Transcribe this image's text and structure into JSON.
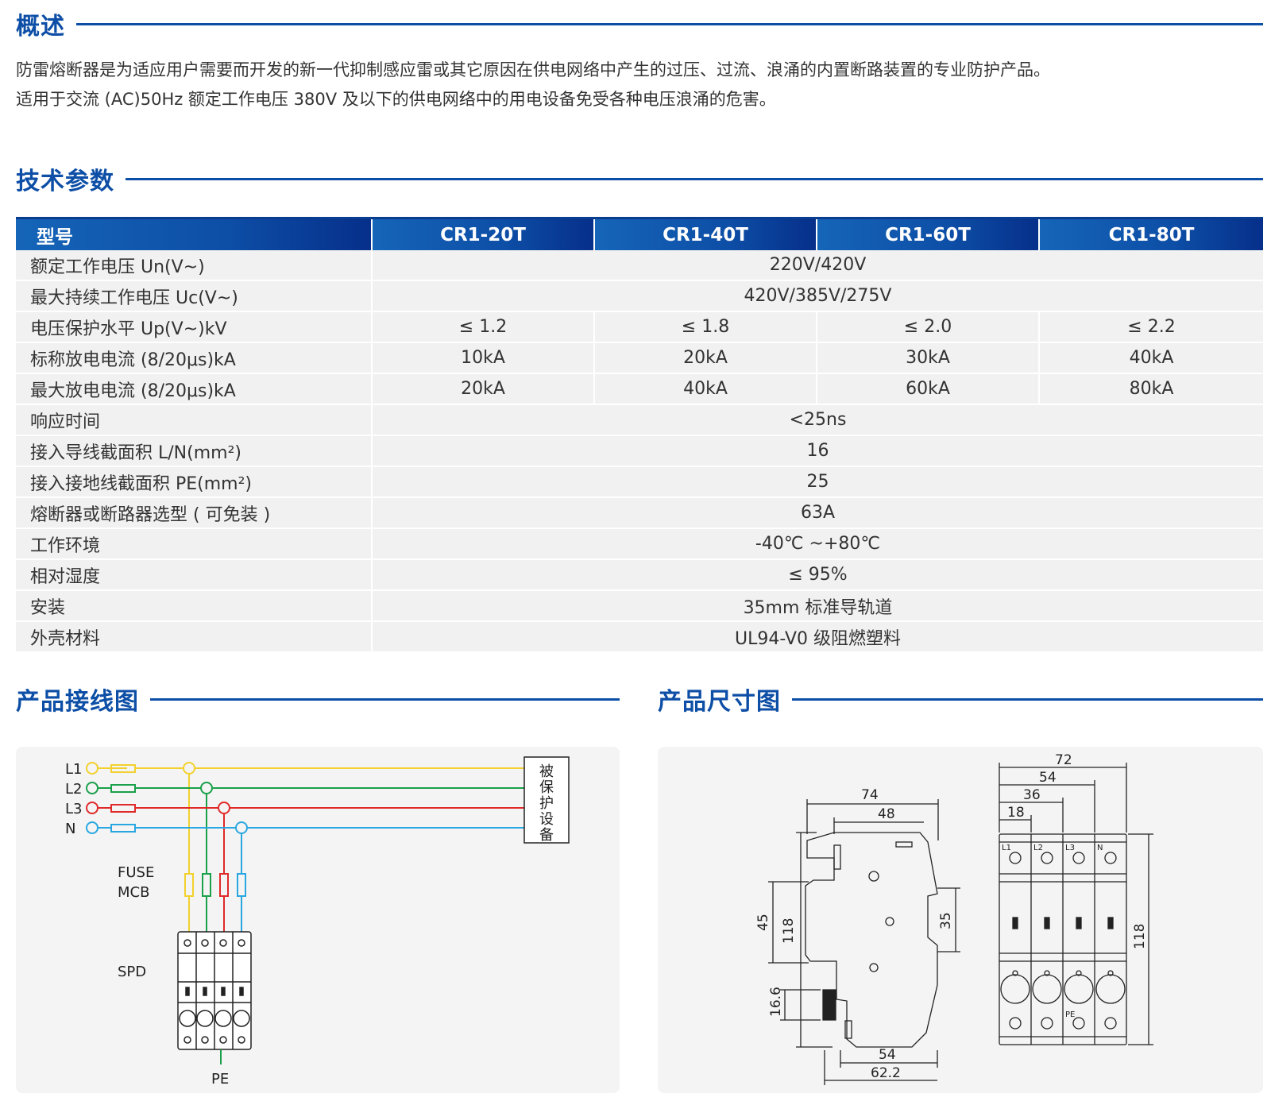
{
  "overview": {
    "title": "概述",
    "paragraph_line1": "防雷熔断器是为适应用户需要而开发的新一代抑制感应雷或其它原因在供电网络中产生的过压、过流、浪涌的内置断路装置的专业防护产品。",
    "paragraph_line2": "适用于交流 (AC)50Hz 额定工作电压 380V 及以下的供电网络中的用电设备免受各种电压浪涌的危害。"
  },
  "specs": {
    "title": "技术参数",
    "header": [
      "型号",
      "CR1-20T",
      "CR1-40T",
      "CR1-60T",
      "CR1-80T"
    ],
    "rows": [
      {
        "label": "额定工作电压 Un(V~)",
        "merged": "220V/420V"
      },
      {
        "label": "最大持续工作电压 Uc(V~)",
        "merged": "420V/385V/275V"
      },
      {
        "label": "电压保护水平 Up(V~)kV",
        "values": [
          "≤ 1.2",
          "≤ 1.8",
          "≤ 2.0",
          "≤ 2.2"
        ]
      },
      {
        "label": "标称放电电流 (8/20μs)kA",
        "values": [
          "10kA",
          "20kA",
          "30kA",
          "40kA"
        ]
      },
      {
        "label": "最大放电电流 (8/20μs)kA",
        "values": [
          "20kA",
          "40kA",
          "60kA",
          "80kA"
        ]
      },
      {
        "label": "响应时间",
        "merged": "<25ns"
      },
      {
        "label": "接入导线截面积 L/N(mm²)",
        "merged": "16"
      },
      {
        "label": "接入接地线截面积 PE(mm²)",
        "merged": "25"
      },
      {
        "label": "熔断器或断路器选型 ( 可免装 )",
        "merged": "63A"
      },
      {
        "label": "工作环境",
        "merged": "-40℃ ~+80℃"
      },
      {
        "label": "相对湿度",
        "merged": "≤ 95%"
      },
      {
        "label": "安装",
        "merged": "35mm 标准导轨道"
      },
      {
        "label": "外壳材料",
        "merged": "UL94-V0 级阻燃塑料"
      }
    ]
  },
  "wiring": {
    "title": "产品接线图",
    "lines": [
      "L1",
      "L2",
      "L3",
      "N"
    ],
    "fuse_label_1": "FUSE",
    "fuse_label_2": "MCB",
    "spd_label": "SPD",
    "pe_label": "PE",
    "protected_equipment": [
      "被",
      "保",
      "护",
      "设",
      "备"
    ],
    "colors": {
      "L1": "#f2d12e",
      "L2": "#1aa04a",
      "L3": "#e02a2a",
      "N": "#2aa7e0"
    }
  },
  "dimensions": {
    "title": "产品尺寸图",
    "side": {
      "top_total": "74",
      "top_inner": "48",
      "height_left": "118",
      "left_upper": "45",
      "left_lower": "16.6",
      "right": "35",
      "bottom_inner": "54",
      "bottom_total": "62.2"
    },
    "front": {
      "w72": "72",
      "w54": "54",
      "w36": "36",
      "w18": "18",
      "height": "118",
      "poles": [
        "L1",
        "L2",
        "L3",
        "N"
      ],
      "pe": "PE"
    }
  }
}
